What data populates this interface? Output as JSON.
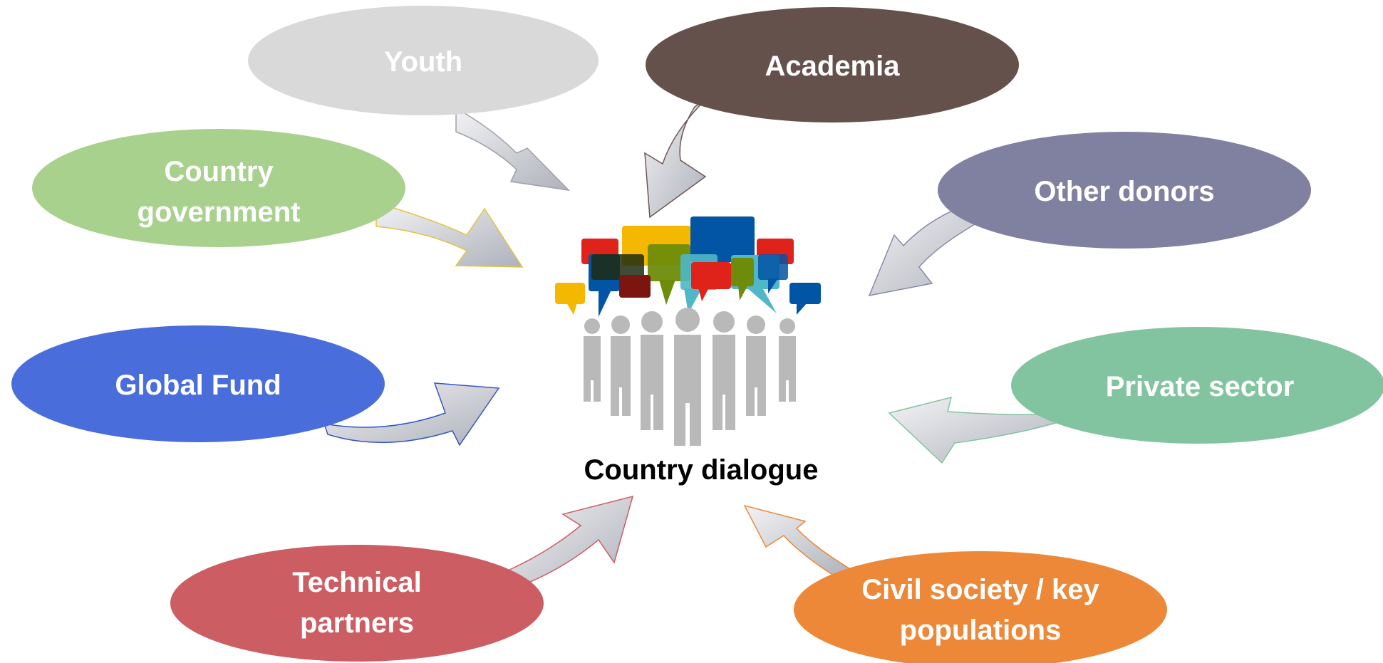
{
  "center": {
    "label": "Country dialogue"
  },
  "stakeholders": [
    {
      "id": "youth",
      "lines": [
        "Youth"
      ],
      "color": "#d9d9d9",
      "text_color": "#ffffff",
      "border": "#bfbfbf"
    },
    {
      "id": "academia",
      "lines": [
        "Academia"
      ],
      "color": "#65514b",
      "text_color": "#ffffff",
      "border": "#4a3b37"
    },
    {
      "id": "country-government",
      "lines": [
        "Country",
        "government"
      ],
      "color": "#a9d18e",
      "text_color": "#ffffff",
      "border": "#e1c542"
    },
    {
      "id": "other-donors",
      "lines": [
        "Other donors"
      ],
      "color": "#8080a0",
      "text_color": "#ffffff",
      "border": "#6b6b8a"
    },
    {
      "id": "global-fund",
      "lines": [
        "Global Fund"
      ],
      "color": "#4a6ddc",
      "text_color": "#ffffff",
      "border": "#3556c4"
    },
    {
      "id": "private-sector",
      "lines": [
        "Private sector"
      ],
      "color": "#82c4a0",
      "text_color": "#ffffff",
      "border": "#6fb08c"
    },
    {
      "id": "technical-partners",
      "lines": [
        "Technical",
        "partners"
      ],
      "color": "#cc5d63",
      "text_color": "#ffffff",
      "border": "#b94a50"
    },
    {
      "id": "civil-society",
      "lines": [
        "Civil society / key",
        "populations"
      ],
      "color": "#ed8838",
      "text_color": "#ffffff",
      "border": "#d6742a"
    }
  ],
  "icons": {
    "people": "people-group-icon",
    "bubbles": "speech-bubbles-icon"
  },
  "colors": {
    "arrow_fill_light": "#f2f2f4",
    "arrow_fill_dark": "#b3b6bf",
    "people": "#b9b9b9",
    "bubble_red": "#e0231a",
    "bubble_yellow": "#f5b800",
    "bubble_blue": "#0254a5",
    "bubble_teal": "#4fb7c6",
    "bubble_green": "#6e8c0a"
  }
}
